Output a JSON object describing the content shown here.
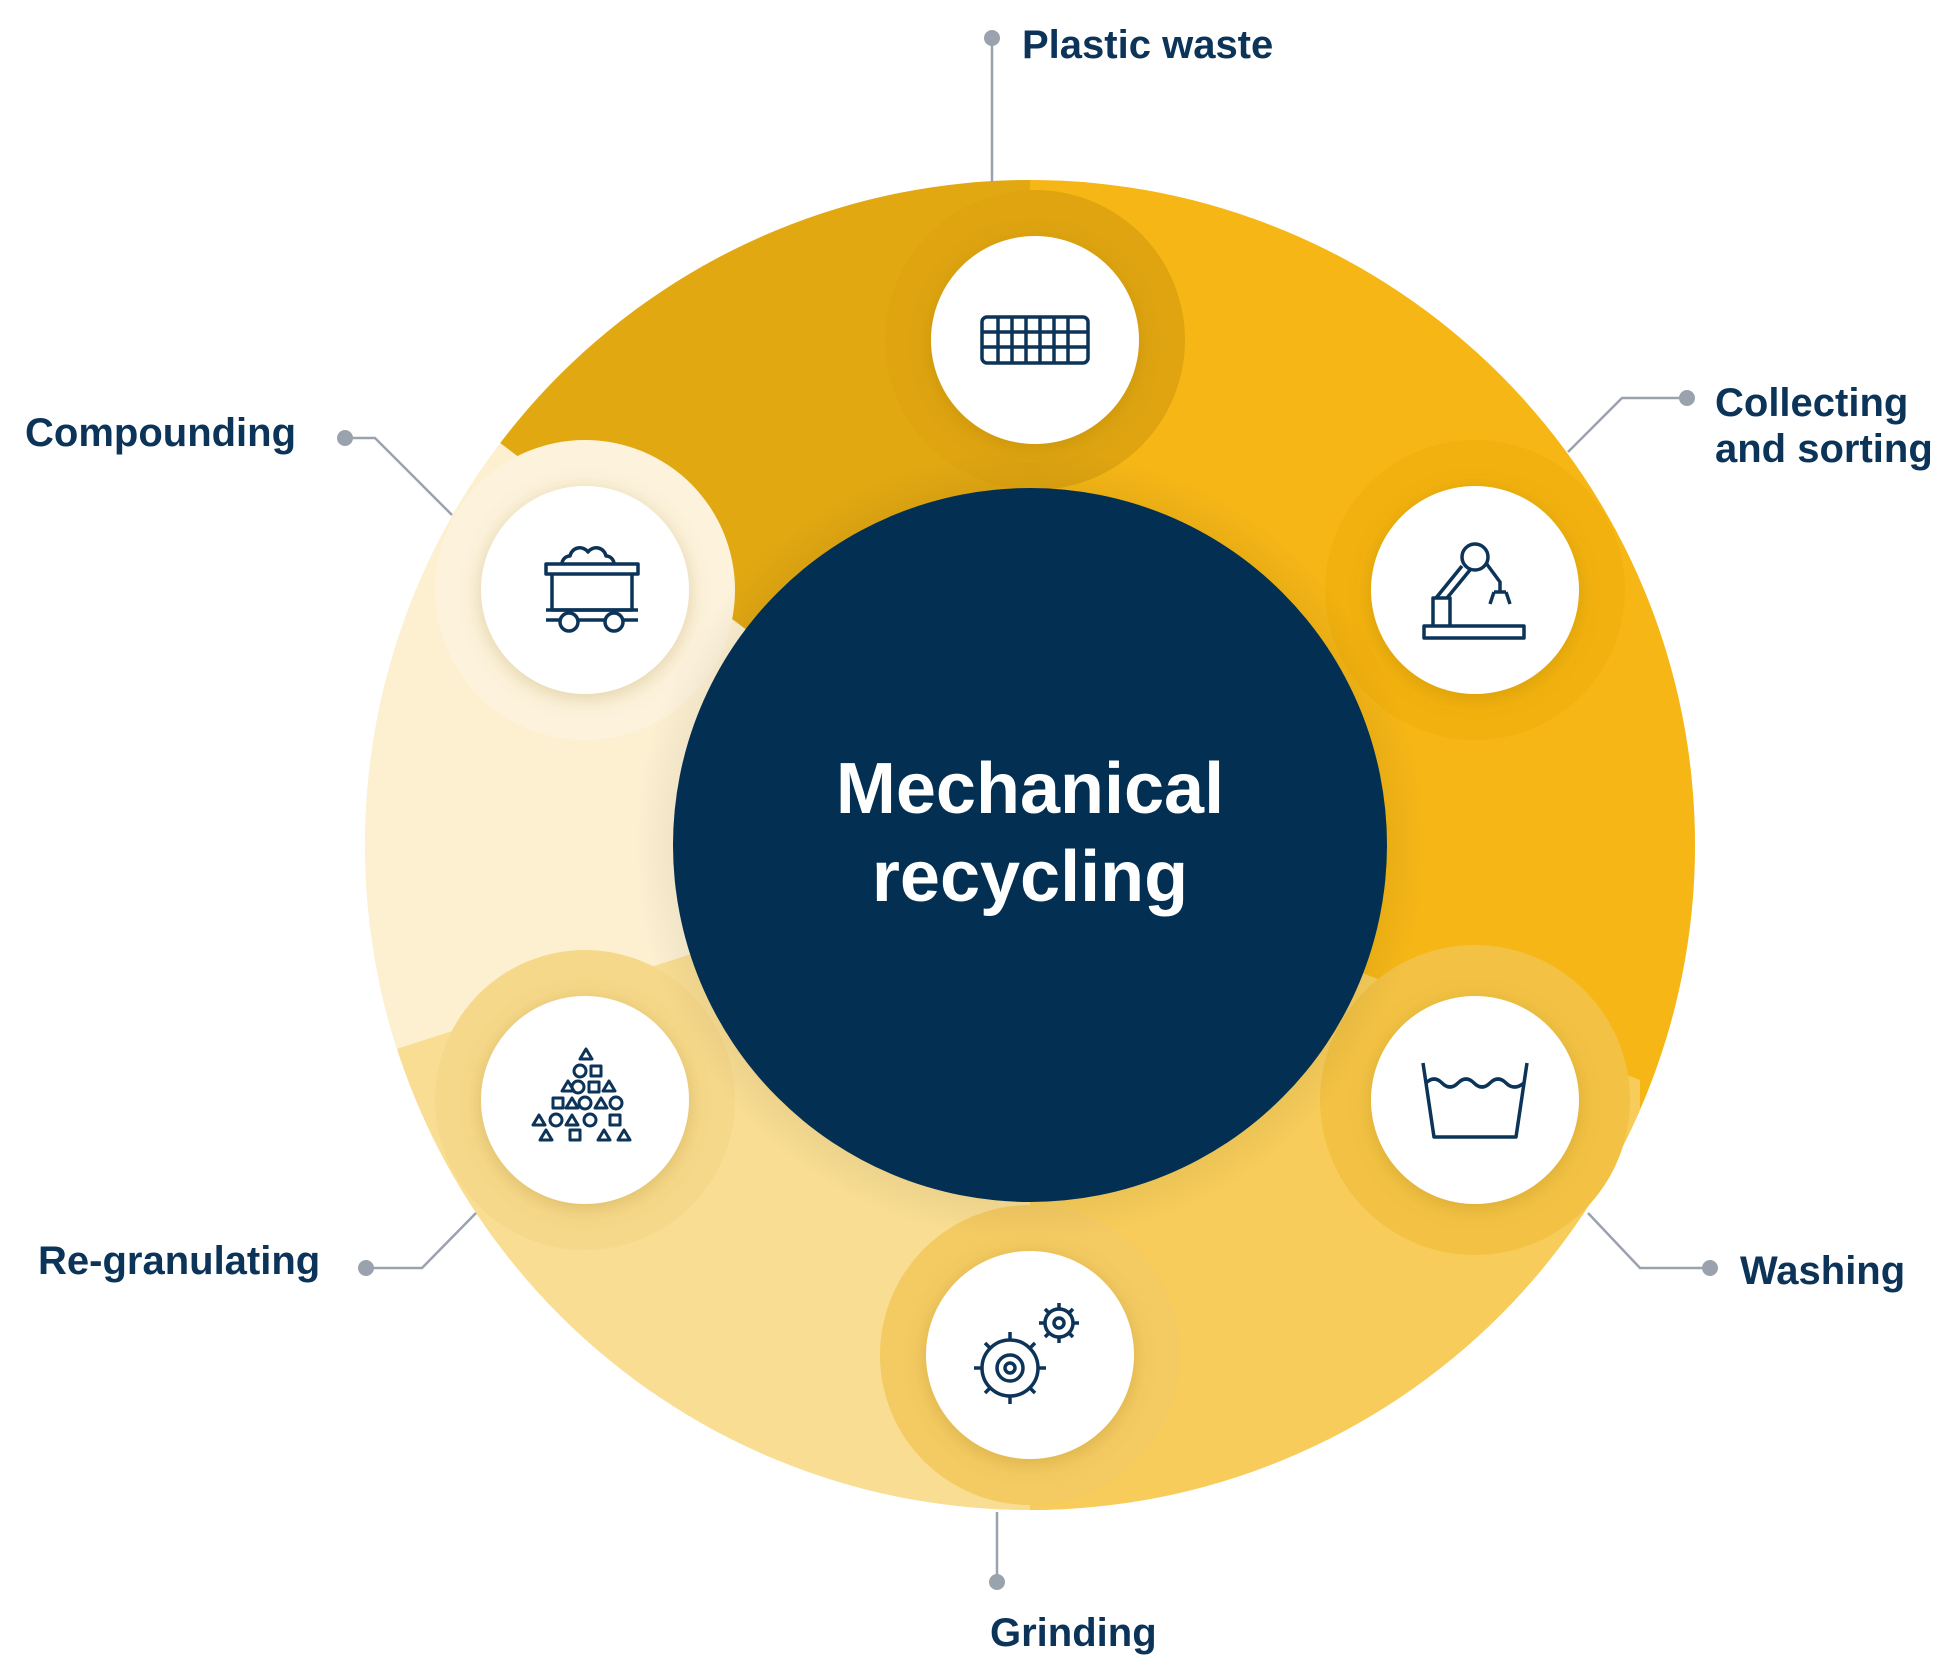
{
  "diagram": {
    "center": {
      "title_line1": "Mechanical",
      "title_line2": "recycling"
    },
    "steps": [
      {
        "id": "plastic-waste",
        "label": "Plastic waste",
        "icon": "plastic-crate-icon"
      },
      {
        "id": "collecting-sorting",
        "label_line1": "Collecting",
        "label_line2": "and sorting",
        "icon": "robotic-arm-icon"
      },
      {
        "id": "washing",
        "label": "Washing",
        "icon": "washing-tub-icon"
      },
      {
        "id": "grinding",
        "label": "Grinding",
        "icon": "gears-icon"
      },
      {
        "id": "re-granulating",
        "label": "Re-granulating",
        "icon": "granules-pile-icon"
      },
      {
        "id": "compounding",
        "label": "Compounding",
        "icon": "mine-cart-icon"
      }
    ],
    "colors": {
      "center": "#022f52",
      "text": "#0c3358",
      "connector": "#9aa3ad",
      "ring_dark": "#e2a812",
      "ring_mid": "#f5b616",
      "ring_light": "#f8d37a",
      "ring_pale": "#fdf0d1",
      "icon_circle": "#ffffff"
    }
  }
}
